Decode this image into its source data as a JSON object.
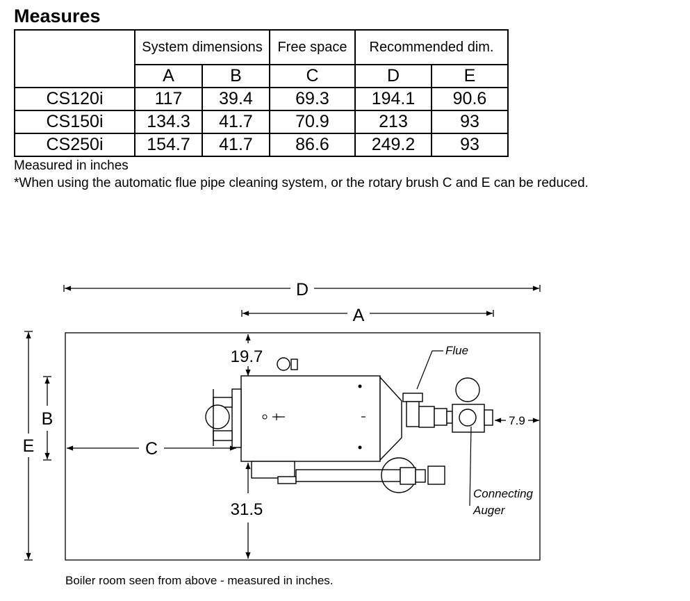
{
  "title": "Measures",
  "table": {
    "groups": [
      "System dimensions",
      "Free space",
      "Recommended dim."
    ],
    "columns": [
      "A",
      "B",
      "C",
      "D",
      "E"
    ],
    "rows": [
      {
        "model": "CS120i",
        "values": [
          "117",
          "39.4",
          "69.3",
          "194.1",
          "90.6"
        ]
      },
      {
        "model": "CS150i",
        "values": [
          "134.3",
          "41.7",
          "70.9",
          "213",
          "93"
        ]
      },
      {
        "model": "CS250i",
        "values": [
          "154.7",
          "41.7",
          "86.6",
          "249.2",
          "93"
        ]
      }
    ]
  },
  "notes": {
    "units": "Measured in inches",
    "reduction": "*When using the automatic flue pipe cleaning system, or the rotary brush C and E can be reduced."
  },
  "diagram": {
    "labels": {
      "d": "D",
      "a": "A",
      "b": "B",
      "c": "C",
      "e": "E",
      "top_clearance": "19.7",
      "bottom_clearance": "31.5",
      "side_clearance": "7.9",
      "flue": "Flue",
      "connecting": "Connecting",
      "auger": "Auger"
    },
    "caption": "Boiler room seen from above - measured in inches."
  }
}
